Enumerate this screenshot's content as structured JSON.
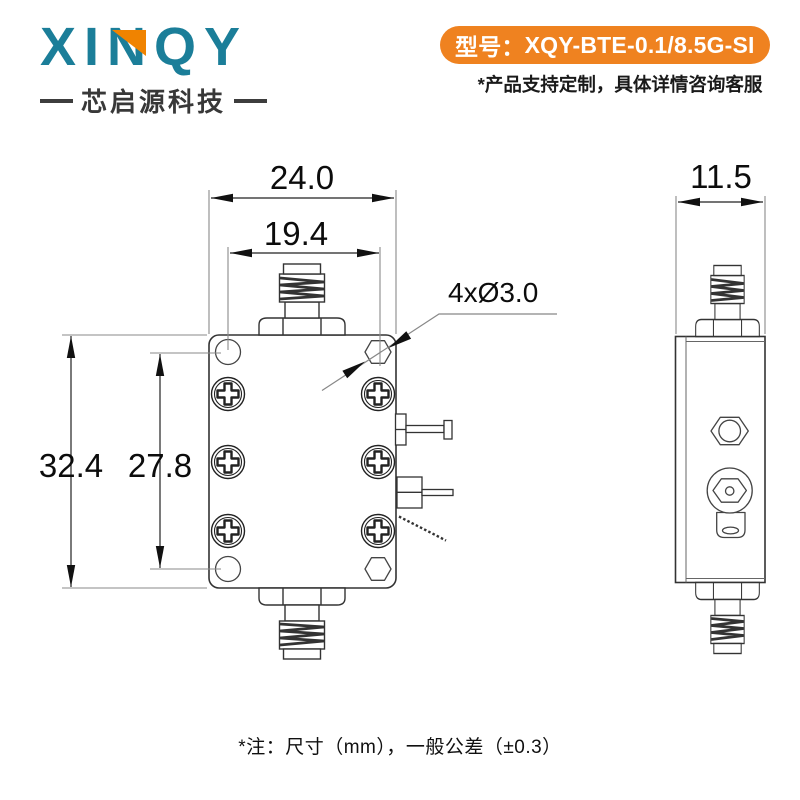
{
  "header": {
    "logo": {
      "brand": "XINQY",
      "subtitle": "芯启源科技"
    },
    "badge": {
      "prefix": "型号：",
      "model": "XQY-BTE-0.1/8.5G-SI"
    },
    "custom_note": "*产品支持定制，具体详情咨询客服"
  },
  "drawing": {
    "front_view": {
      "dim_outer_width": "24.0",
      "dim_inner_width": "19.4",
      "dim_outer_height": "32.4",
      "dim_hole_spacing": "27.8",
      "hole_callout": "4xØ3.0"
    },
    "side_view": {
      "dim_width": "11.5"
    }
  },
  "footer": {
    "note": "*注：尺寸（mm），一般公差（±0.3）"
  },
  "colors": {
    "accent_orange": "#EF8220",
    "logo_teal": "#1B7E99",
    "logo_orange": "#F08300",
    "drawing_line": "#333333",
    "extension_line": "#8A8A8A"
  }
}
